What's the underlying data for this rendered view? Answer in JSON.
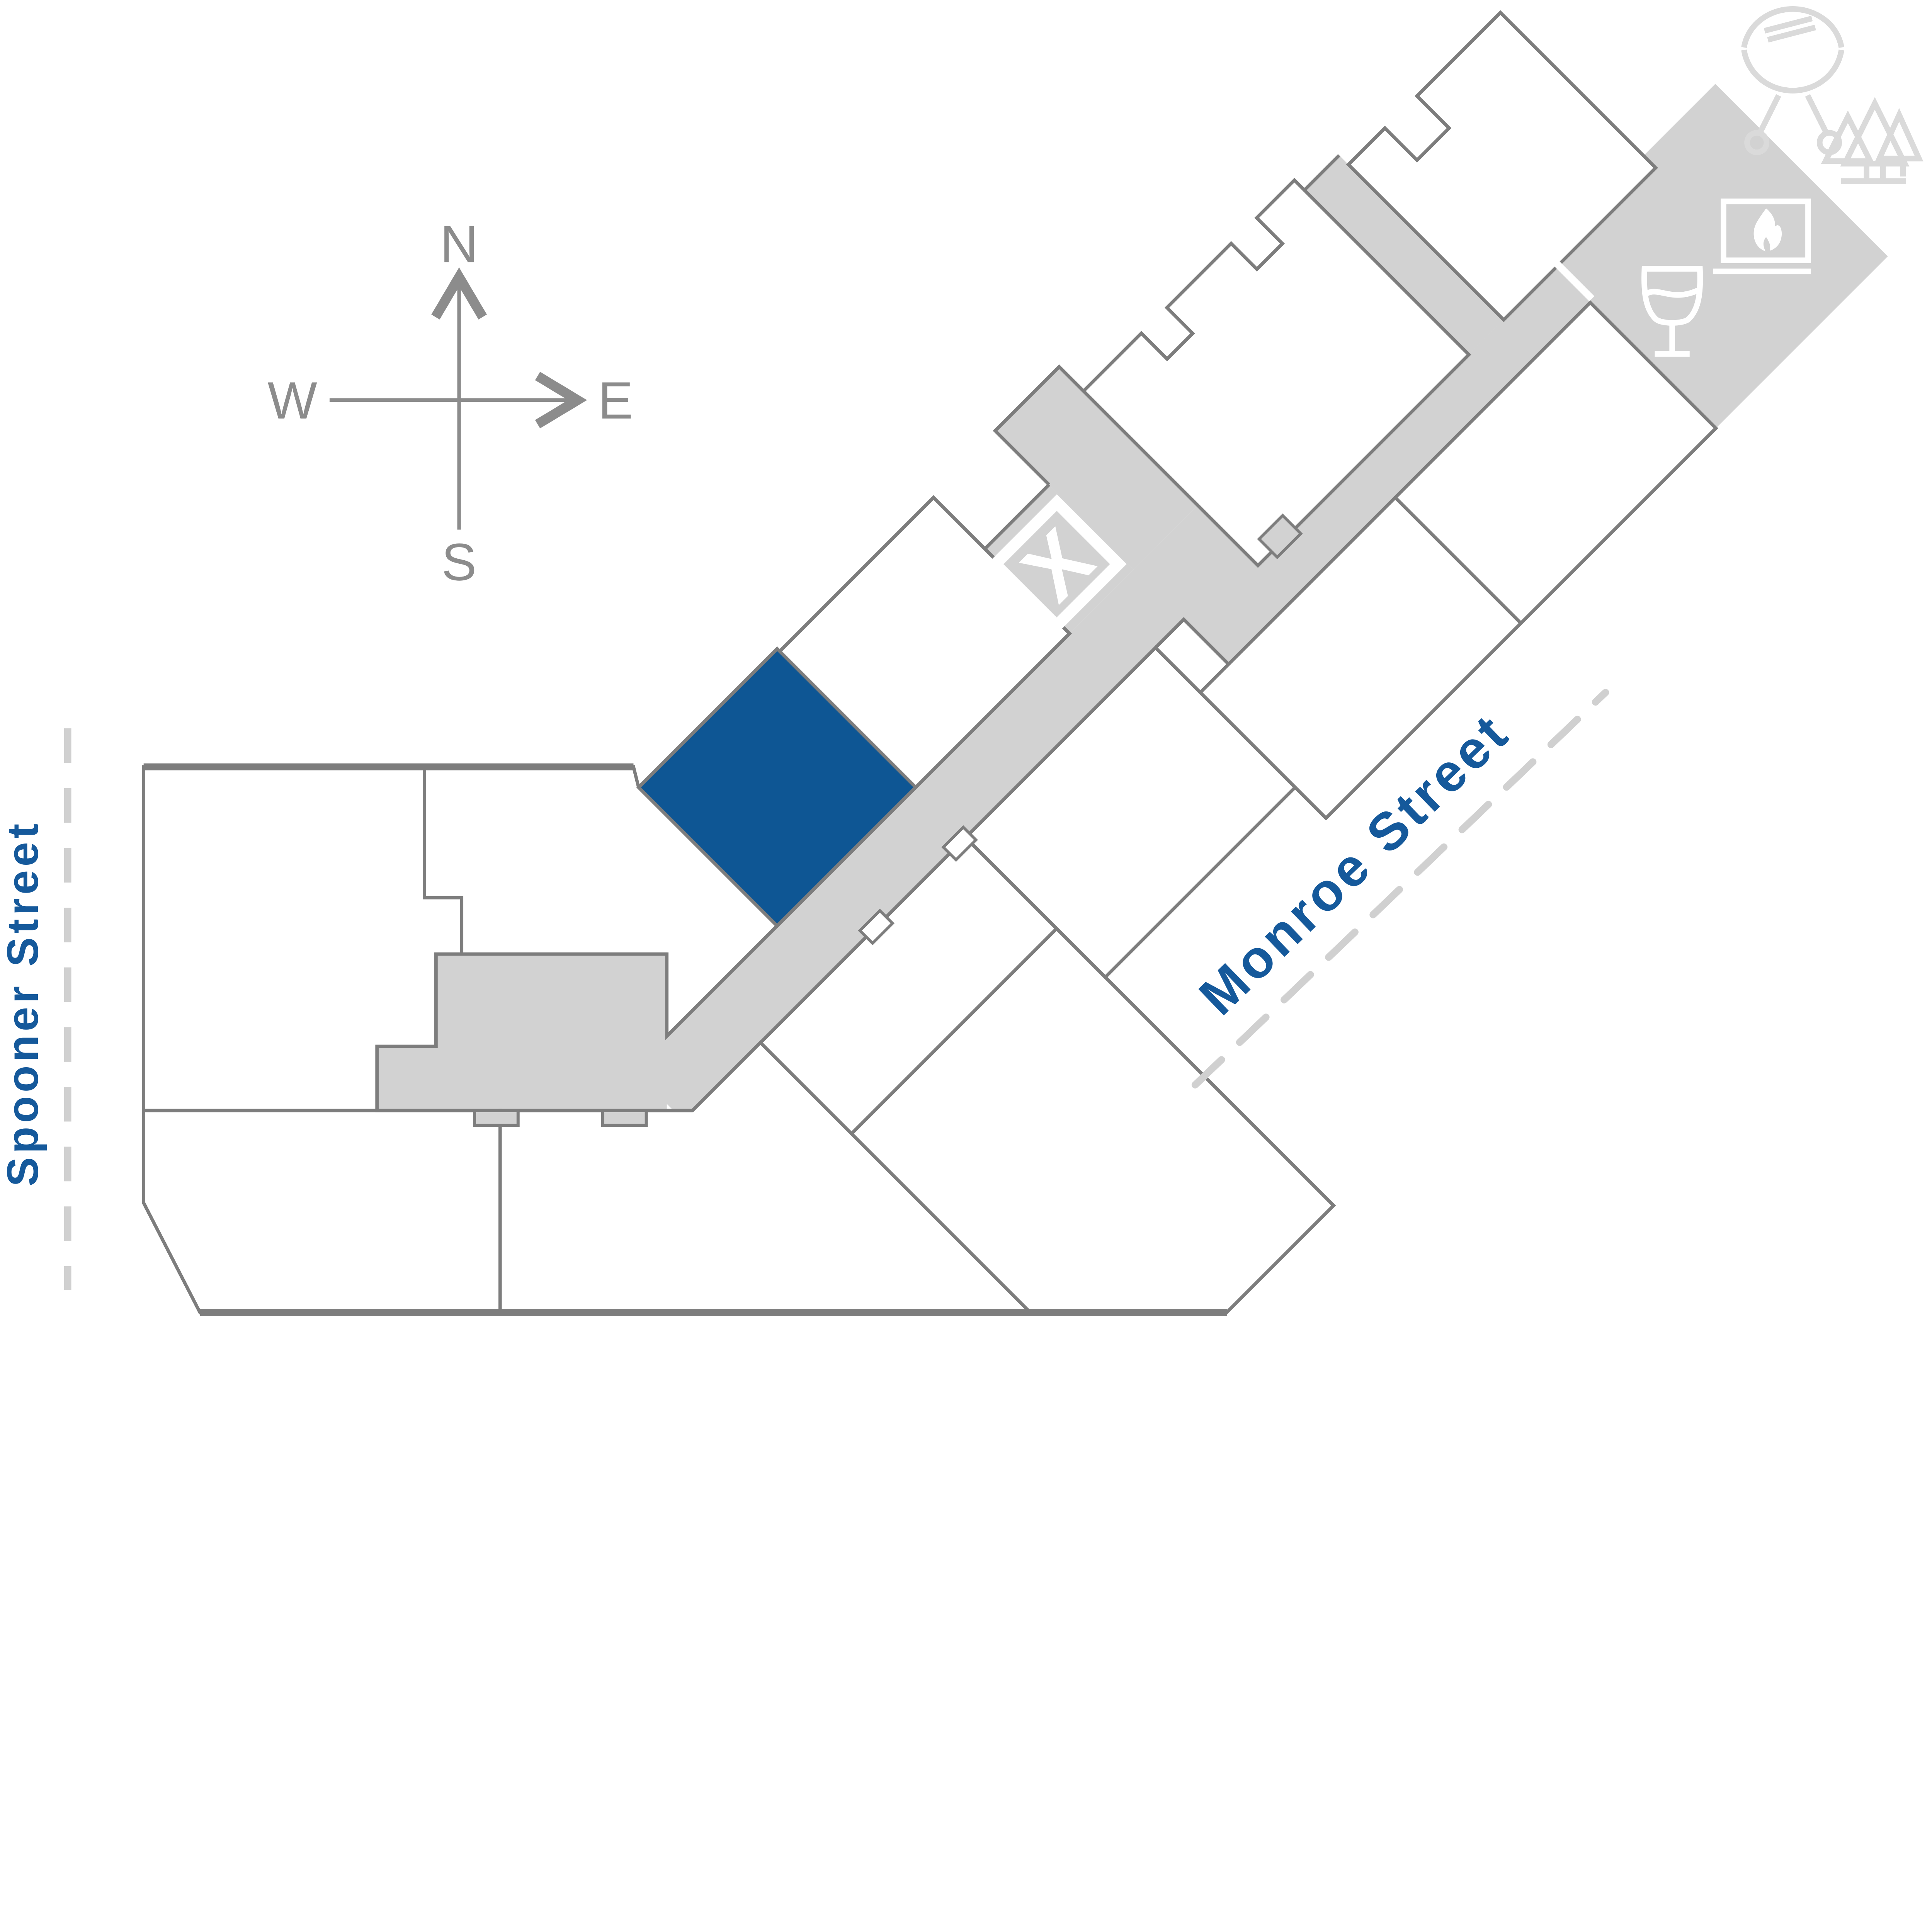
{
  "plan": {
    "title": "building-site-plan",
    "highlighted_unit": {
      "selected": true
    },
    "stairwell": {
      "label": "X"
    }
  },
  "compass": {
    "north": "N",
    "south": "S",
    "east": "E",
    "west": "W"
  },
  "streets": {
    "spooner": {
      "label": "Spooner Street"
    },
    "monroe": {
      "label": "Monroe Street"
    }
  },
  "amenity_icons": [
    "grill-icon",
    "pine-trees-icon",
    "fireplace-icon",
    "wine-glass-icon"
  ],
  "colors": {
    "accent_unit": "#0e5694",
    "street_label": "#15599b",
    "corridor_gray": "#d2d2d2",
    "outline_gray": "#7d7d7d",
    "dash_gray": "#d0d0d0",
    "compass_gray": "#8c8c8c",
    "icon_light_gray": "#dadada",
    "icon_on_terrace": "#ffffff"
  }
}
